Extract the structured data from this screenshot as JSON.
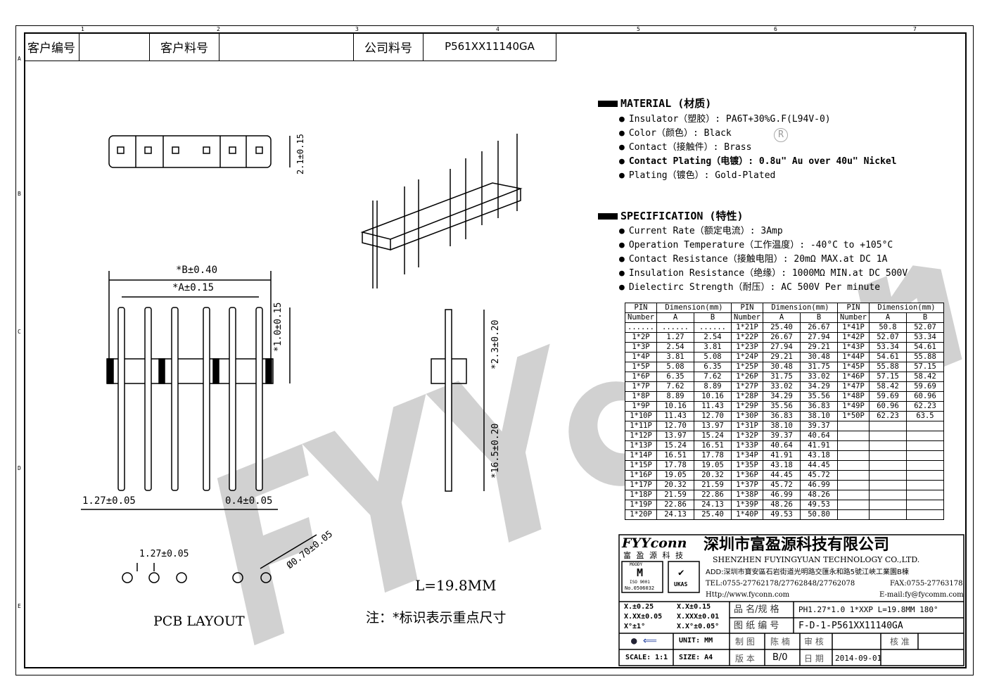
{
  "header": {
    "customer_no_label": "客户编号",
    "customer_part_label": "客户料号",
    "company_part_label": "公司料号",
    "company_part_value": "P561XX11140GA"
  },
  "zones": {
    "cols": [
      "1",
      "2",
      "3",
      "4",
      "5",
      "6",
      "7"
    ],
    "rows": [
      "A",
      "B",
      "C",
      "D",
      "E"
    ]
  },
  "material": {
    "title": "MATERIAL (材质)",
    "items": [
      "Insulator（塑胶）: PA6T+30%G.F(L94V-0)",
      "Color（颜色）: Black",
      "Contact（接触件）: Brass",
      "Contact Plating（电镀）: 0.8u\" Au  over 40u\" Nickel",
      "Plating（镀色）: Gold-Plated"
    ]
  },
  "specification": {
    "title": "SPECIFICATION (特性)",
    "items": [
      "Current Rate（额定电流）:  3Amp",
      "Operation Temperature（工作温度）: -40°C to +105°C",
      "Contact Resistance（接触电阻）: 20mΩ MAX.at DC 1A",
      "Insulation Resistance（绝缘）: 1000MΩ MIN.at DC 500V",
      "Dielectirc Strength（耐压）: AC 500V Per minute"
    ]
  },
  "dim_table": {
    "h_pin": "PIN",
    "h_number": "Number",
    "h_dim": "Dimension(mm)",
    "h_a": "A",
    "h_b": "B",
    "rows": [
      [
        "......",
        "......",
        "......",
        "1*21P",
        "25.40",
        "26.67",
        "1*41P",
        "50.8",
        "52.07"
      ],
      [
        "1*2P",
        "1.27",
        "2.54",
        "1*22P",
        "26.67",
        "27.94",
        "1*42P",
        "52.07",
        "53.34"
      ],
      [
        "1*3P",
        "2.54",
        "3.81",
        "1*23P",
        "27.94",
        "29.21",
        "1*43P",
        "53.34",
        "54.61"
      ],
      [
        "1*4P",
        "3.81",
        "5.08",
        "1*24P",
        "29.21",
        "30.48",
        "1*44P",
        "54.61",
        "55.88"
      ],
      [
        "1*5P",
        "5.08",
        "6.35",
        "1*25P",
        "30.48",
        "31.75",
        "1*45P",
        "55.88",
        "57.15"
      ],
      [
        "1*6P",
        "6.35",
        "7.62",
        "1*26P",
        "31.75",
        "33.02",
        "1*46P",
        "57.15",
        "58.42"
      ],
      [
        "1*7P",
        "7.62",
        "8.89",
        "1*27P",
        "33.02",
        "34.29",
        "1*47P",
        "58.42",
        "59.69"
      ],
      [
        "1*8P",
        "8.89",
        "10.16",
        "1*28P",
        "34.29",
        "35.56",
        "1*48P",
        "59.69",
        "60.96"
      ],
      [
        "1*9P",
        "10.16",
        "11.43",
        "1*29P",
        "35.56",
        "36.83",
        "1*49P",
        "60.96",
        "62.23"
      ],
      [
        "1*10P",
        "11.43",
        "12.70",
        "1*30P",
        "36.83",
        "38.10",
        "1*50P",
        "62.23",
        "63.5"
      ],
      [
        "1*11P",
        "12.70",
        "13.97",
        "1*31P",
        "38.10",
        "39.37",
        "",
        "",
        ""
      ],
      [
        "1*12P",
        "13.97",
        "15.24",
        "1*32P",
        "39.37",
        "40.64",
        "",
        "",
        ""
      ],
      [
        "1*13P",
        "15.24",
        "16.51",
        "1*33P",
        "40.64",
        "41.91",
        "",
        "",
        ""
      ],
      [
        "1*14P",
        "16.51",
        "17.78",
        "1*34P",
        "41.91",
        "43.18",
        "",
        "",
        ""
      ],
      [
        "1*15P",
        "17.78",
        "19.05",
        "1*35P",
        "43.18",
        "44.45",
        "",
        "",
        ""
      ],
      [
        "1*16P",
        "19.05",
        "20.32",
        "1*36P",
        "44.45",
        "45.72",
        "",
        "",
        ""
      ],
      [
        "1*17P",
        "20.32",
        "21.59",
        "1*37P",
        "45.72",
        "46.99",
        "",
        "",
        ""
      ],
      [
        "1*18P",
        "21.59",
        "22.86",
        "1*38P",
        "46.99",
        "48.26",
        "",
        "",
        ""
      ],
      [
        "1*19P",
        "22.86",
        "24.13",
        "1*39P",
        "48.26",
        "49.53",
        "",
        "",
        ""
      ],
      [
        "1*20P",
        "24.13",
        "25.40",
        "1*40P",
        "49.53",
        "50.80",
        "",
        "",
        ""
      ]
    ]
  },
  "drawing": {
    "dim_21": "2.1±0.15",
    "dim_b": "*B±0.40",
    "dim_a": "*A±0.15",
    "dim_10": "*1.0±0.15",
    "dim_127": "1.27±0.05",
    "dim_04": "0.4±0.05",
    "dim_23": "*2.3±0.20",
    "dim_165": "*16.5±0.20",
    "pcb_pitch": "1.27±0.05",
    "pcb_hole": "Ø0.70±0.05",
    "pcb_label": "PCB LAYOUT",
    "length": "L=19.8MM",
    "note": "注：*标识表示重点尺寸",
    "watermark": "FYYconn",
    "reg_mark": "R"
  },
  "title_block": {
    "logo": "FYYconn",
    "logo_cn": "富 盈 源 科 技",
    "company_cn": "深圳市富盈源科技有限公司",
    "company_en": "SHENZHEN FUYINGYUAN TECHNOLOGY CO.,LTD.",
    "address": "ADD:深圳市寶安區石岩街道光明路交匯永和路5號江峽工業園B棟",
    "tel": "TEL:0755-27762178/27762848/27762078",
    "fax": "FAX:0755-27763178",
    "http": "Http://www.fyconn.com",
    "email": "E-mail:fy@fycomm.com",
    "cert1": "MOODY",
    "cert1_sub": "ISO 9001",
    "cert1_no": "No.0506032",
    "cert2": "UKAS",
    "tol1": "X.±0.25",
    "tol2": "X.X±0.15",
    "tol3": "X.XX±0.05",
    "tol4": "X.XXX±0.01",
    "tol5": "X°±1°",
    "tol6": "X.X°±0.05°",
    "unit": "UNIT: MM",
    "scale": "SCALE: 1:1",
    "size": "SIZE: A4",
    "name_label": "品 名/规 格",
    "name_value": "PH1.27*1.0 1*XXP L=19.8MM 180°",
    "dwg_label": "图 纸 编 号",
    "dwg_value": "F-D-1-P561XX11140GA",
    "drawn_label": "制 图",
    "drawn_value": "陈 楠",
    "check_label": "审 核",
    "check_value": "",
    "approve_label": "核 准",
    "approve_value": "",
    "rev_label": "版 本",
    "rev_value": "B/0",
    "date_label": "日 期",
    "date_value": "2014-09-01"
  }
}
